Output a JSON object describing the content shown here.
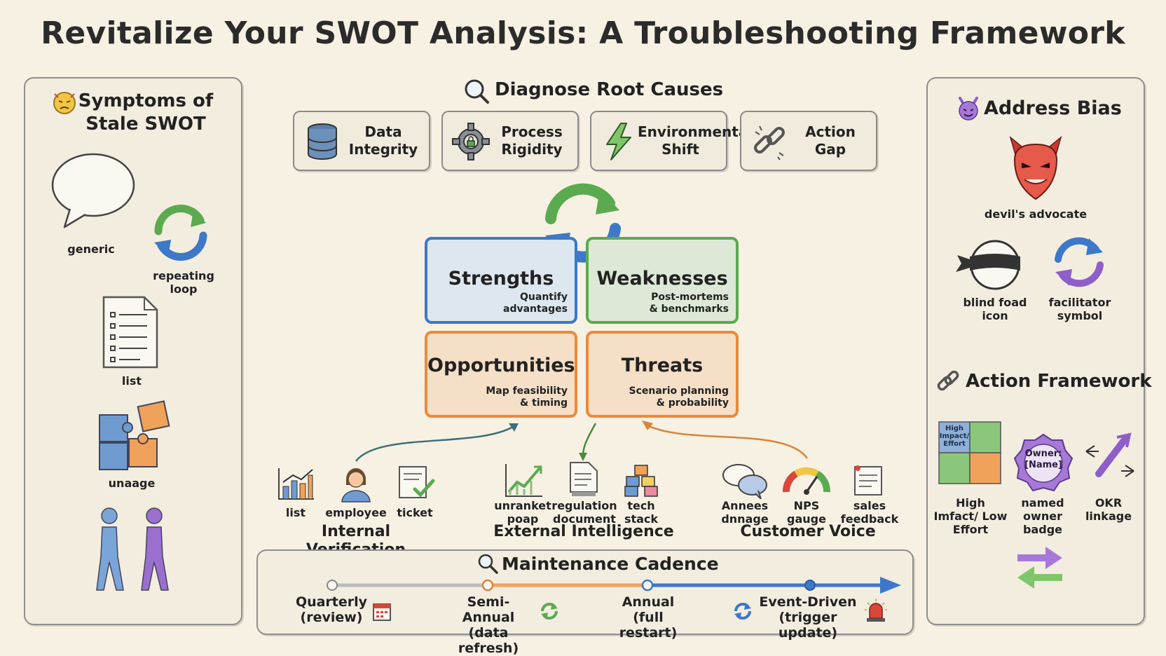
{
  "title": "Revitalize Your SWOT Analysis: A Troubleshooting Framework",
  "symptoms": {
    "title": "Symptoms of Stale SWOT",
    "items": [
      "generic",
      "repeating loop",
      "list",
      "unaage"
    ]
  },
  "diagnose": {
    "title": "Diagnose Root Causes",
    "causes": [
      "Data Integrity",
      "Process Rigidity",
      "Environmental Shift",
      "Action Gap"
    ]
  },
  "swot": {
    "strengths": {
      "title": "Strengths",
      "sub1": "Quantify",
      "sub2": "advantages"
    },
    "weaknesses": {
      "title": "Weaknesses",
      "sub1": "Post-mortems",
      "sub2": "& benchmarks"
    },
    "opportunities": {
      "title": "Opportunities",
      "sub1": "Map feasibility",
      "sub2": "& timing"
    },
    "threats": {
      "title": "Threats",
      "sub1": "Scenario planning",
      "sub2": "& probability"
    }
  },
  "sources": {
    "internal": {
      "title": "Internal Verification",
      "items": [
        "list",
        "employee",
        "ticket"
      ]
    },
    "external": {
      "title": "External Intelligence",
      "items": [
        "unranket poap",
        "regulation document",
        "tech stack"
      ]
    },
    "customer": {
      "title": "Customer Voice",
      "items": [
        "Annees dnnage",
        "NPS gauge",
        "sales feedback"
      ]
    }
  },
  "bias": {
    "title": "Address Bias",
    "items": [
      "devil's advocate",
      "blind foad icon",
      "facilitator symbol"
    ]
  },
  "action": {
    "title": "Action Framework",
    "matrix_text": "High Impact/ Effort",
    "badge_text": "Owner: [Name]",
    "items": [
      "High Imfact/ Low Effort",
      "named owner badge",
      "OKR linkage"
    ]
  },
  "cadence": {
    "title": "Maintenance Cadence",
    "stops": [
      {
        "name": "Quarterly",
        "detail": "(review)"
      },
      {
        "name": "Semi-Annual",
        "detail": "(data refresh)"
      },
      {
        "name": "Annual",
        "detail": "(full restart)"
      },
      {
        "name": "Event-Driven",
        "detail": "(trigger update)"
      }
    ]
  },
  "colors": {
    "blue": "#3d78c9",
    "green": "#5caa4f",
    "orange": "#ea8a3c",
    "purple": "#8e5ec9",
    "red": "#d9463a"
  }
}
